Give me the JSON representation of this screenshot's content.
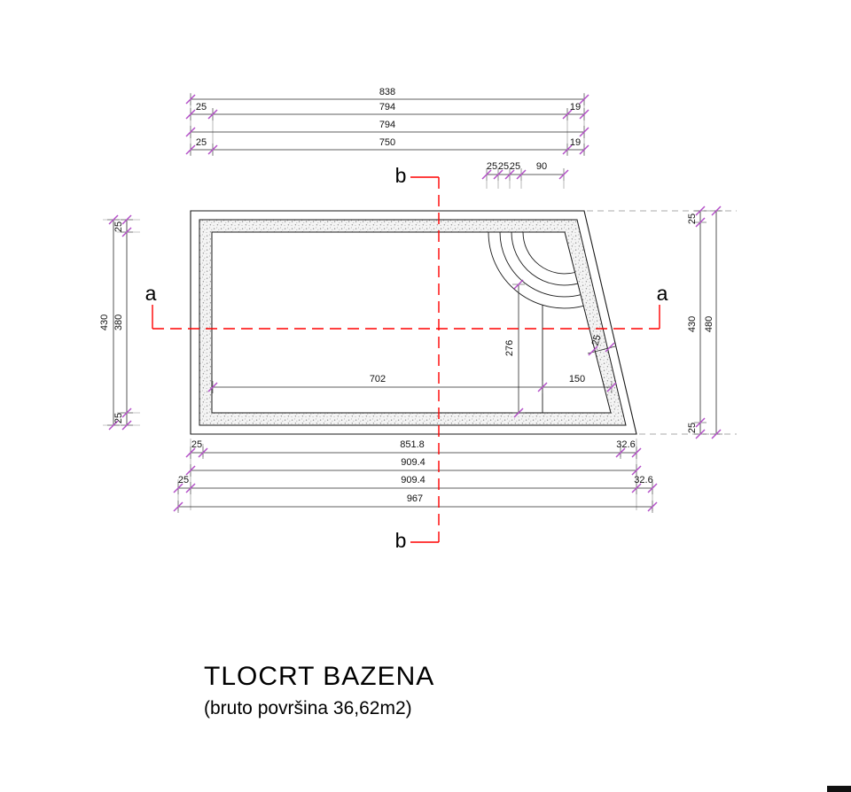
{
  "colors": {
    "line": "#1a1a1a",
    "tick": "#b44fc8",
    "section_line": "#ff0000",
    "hatch_dot": "#8c8c8c",
    "hatch_bg": "#f4f4f4"
  },
  "title": {
    "main": "TLOCRT BAZENA",
    "subtitle": "(bruto površina 36,62m2)"
  },
  "sections": {
    "a_left": "a",
    "a_right": "a",
    "b_top": "b",
    "b_bottom": "b"
  },
  "dims": {
    "top": {
      "row1_total": "838",
      "row2_left": "25",
      "row2_mid": "794",
      "row2_right": "19",
      "row3_total": "794",
      "row4_left": "25",
      "row4_mid": "750",
      "row4_right": "19"
    },
    "stairs": {
      "s1": "25",
      "s2": "25",
      "s3": "25",
      "s4": "90"
    },
    "left": {
      "outer_total": "430",
      "inner_top": "25",
      "inner_mid": "380",
      "inner_bottom": "25"
    },
    "right": {
      "inner_top": "25",
      "inner_mid": "430",
      "inner_bottom": "25",
      "outer_total": "480"
    },
    "interior": {
      "width_main": "702",
      "width_right": "150",
      "depth": "276",
      "wall": "25"
    },
    "bottom": {
      "row1_left": "25",
      "row1_mid": "851.8",
      "row1_right": "32.6",
      "row2_total": "909.4",
      "row3_left": "25",
      "row3_mid": "909.4",
      "row3_right": "32.6",
      "row4_total": "967"
    }
  }
}
